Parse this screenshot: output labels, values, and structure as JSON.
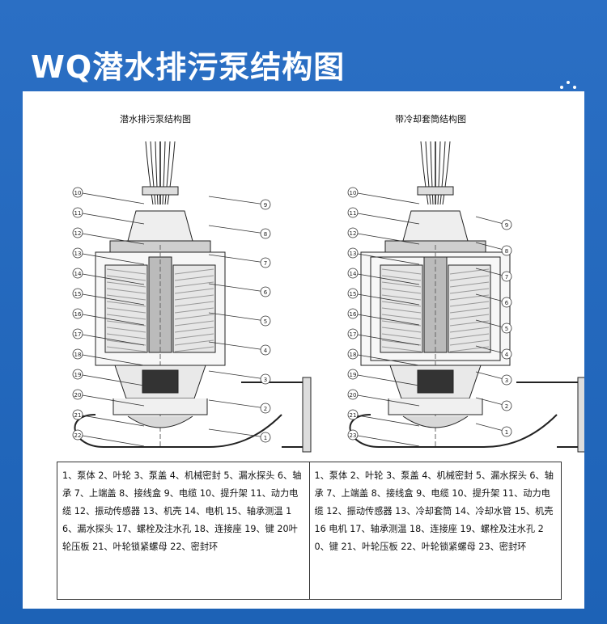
{
  "page": {
    "heading": "WQ潜水排污泵结构图"
  },
  "diagrams": [
    {
      "title": "潜水排污泵结构图",
      "left_callouts": [
        "10",
        "11",
        "12",
        "13",
        "14",
        "15",
        "16",
        "17",
        "18",
        "19",
        "20",
        "21",
        "22"
      ],
      "right_callouts": [
        "9",
        "8",
        "7",
        "6",
        "5",
        "4",
        "3",
        "2",
        "1"
      ]
    },
    {
      "title": "带冷却套筒结构图",
      "left_callouts": [
        "10",
        "11",
        "12",
        "13",
        "14",
        "15",
        "16",
        "17",
        "18",
        "19",
        "20",
        "21",
        "23"
      ],
      "right_callouts": [
        "9",
        "8",
        "7",
        "6",
        "5",
        "4",
        "3",
        "2",
        "1"
      ]
    }
  ],
  "legend": {
    "left": "1、泵体 2、叶轮 3、泵盖 4、机械密封 5、漏水探头 6、轴承 7、上端盖 8、接线盒 9、电缆 10、提升架 11、动力电缆 12、振动传感器 13、机壳 14、电机 15、轴承测温 16、漏水探头 17、螺栓及注水孔 18、连接座 19、键 20叶轮压板 21、叶轮锁紧螺母 22、密封环",
    "right": "1、泵体 2、叶轮 3、泵盖 4、机械密封 5、漏水探头 6、轴承 7、上端盖 8、接线盒 9、电缆 10、提升架 11、动力电缆 12、振动传感器 13、冷却套筒 14、冷却水管 15、机壳 16 电机 17、轴承测温 18、连接座 19、螺栓及注水孔 20、键 21、叶轮压板 22、叶轮锁紧螺母 23、密封环"
  }
}
